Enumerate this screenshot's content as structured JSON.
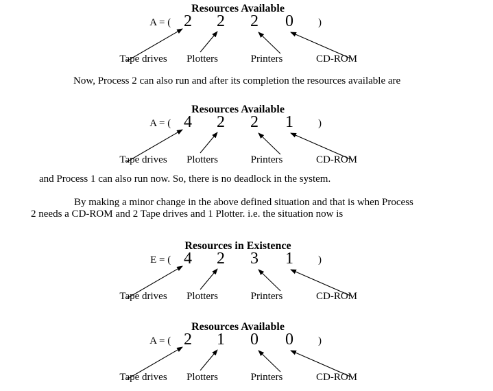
{
  "page": {
    "background_color": "#ffffff",
    "text_color": "#000000"
  },
  "paragraphs": {
    "line1": "Now, Process 2 can also run and after its completion the resources available are",
    "line2": "and Process 1 can also run now. So, there is no deadlock in the system.",
    "line3": "By making a minor change in the above defined situation and that is when Process",
    "line4": "2 needs a CD-ROM and 2 Tape drives and 1 Plotter. i.e. the situation now is"
  },
  "diagrams": [
    {
      "title": "Resources Available",
      "prefix": "A = ( ",
      "suffix": ")",
      "values": [
        "2",
        "2",
        "2",
        "0"
      ],
      "labels": [
        "Tape drives",
        "Plotters",
        "Printers",
        "CD-ROM"
      ]
    },
    {
      "title": "Resources Available",
      "prefix": "A = ( ",
      "suffix": ")",
      "values": [
        "4",
        "2",
        "2",
        "1"
      ],
      "labels": [
        "Tape drives",
        "Plotters",
        "Printers",
        "CD-ROM"
      ]
    },
    {
      "title": "Resources in Existence",
      "prefix": "E = ( ",
      "suffix": ")",
      "values": [
        "4",
        "2",
        "3",
        "1"
      ],
      "labels": [
        "Tape drives",
        "Plotters",
        "Printers",
        "CD-ROM"
      ]
    },
    {
      "title": "Resources Available",
      "prefix": "A = ( ",
      "suffix": ")",
      "values": [
        "2",
        "1",
        "0",
        "0"
      ],
      "labels": [
        "Tape drives",
        "Plotters",
        "Printers",
        "CD-ROM"
      ]
    }
  ]
}
